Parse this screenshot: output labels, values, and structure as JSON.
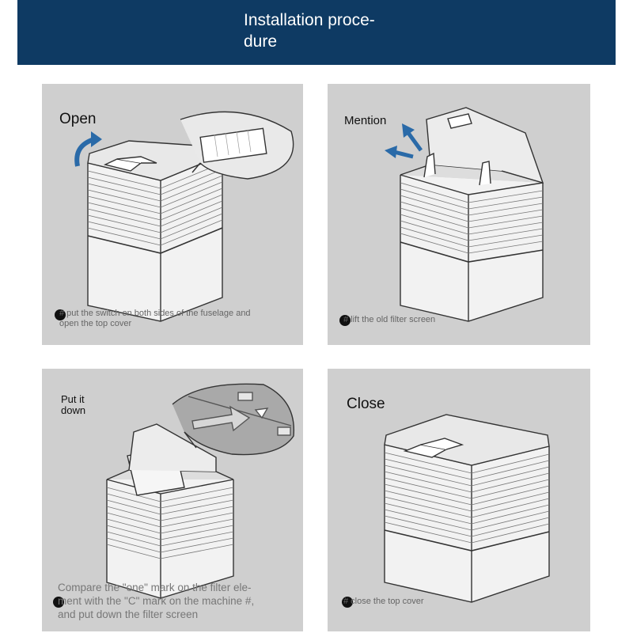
{
  "header": {
    "title_line1": "Installation proce-",
    "title_line2": "dure",
    "background": "#0e3a63"
  },
  "steps": [
    {
      "label": "Open",
      "caption_line1": "# put the switch on both sides of the fuselage and",
      "caption_line2": "open the top cover"
    },
    {
      "label": "Mention",
      "caption_line1": "# lift the old filter screen"
    },
    {
      "label_line1": "Put it",
      "label_line2": "down",
      "caption_line1": "Compare the \"one\" mark on the filter ele-",
      "caption_line2": "ment with the \"C\" mark on the machine #,",
      "caption_line3": "and put down the filter screen"
    },
    {
      "label": "Close",
      "caption_line1": "# close the top cover"
    }
  ],
  "colors": {
    "panel_bg": "#cfcfcf",
    "arrow": "#2a6aa8"
  }
}
